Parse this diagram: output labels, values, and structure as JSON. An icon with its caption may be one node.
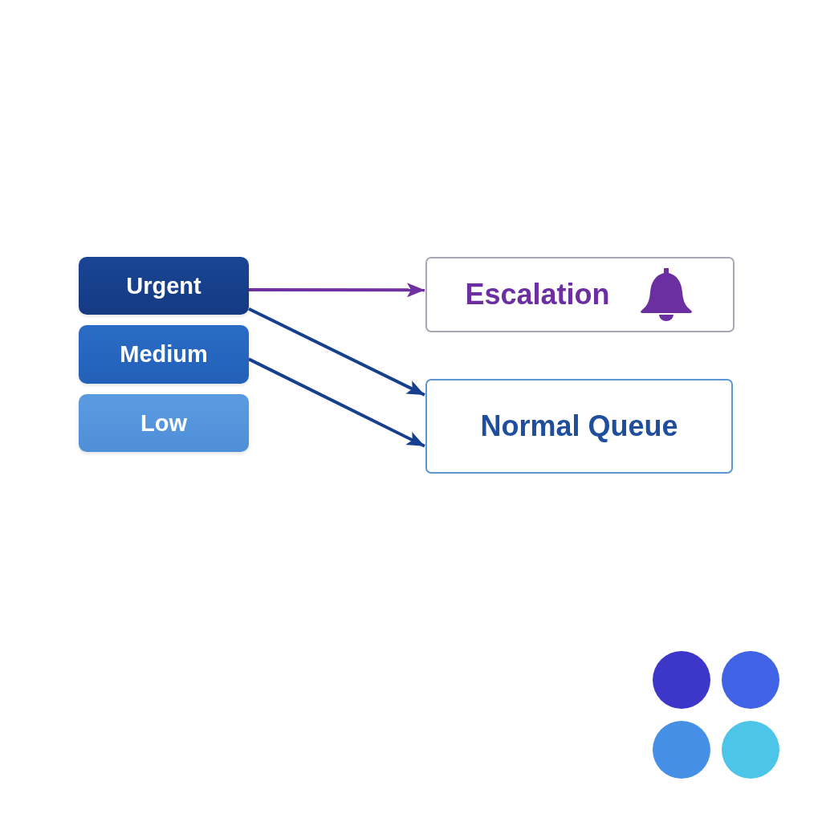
{
  "diagram": {
    "nodes": [
      {
        "text": [
          "Urgent"
        ]
      },
      {
        "text": [
          "Medium"
        ]
      },
      {
        "text": [
          "Low"
        ]
      },
      {
        "text": [
          "Escalation"
        ]
      },
      {
        "text": [
          "Normal Queue"
        ]
      }
    ],
    "edges": [
      {
        "from": 0,
        "to": 3,
        "arrow": "to",
        "color": "#7030a0"
      },
      {
        "from": 0,
        "to": 4,
        "arrow": "to"
      },
      {
        "from": 1,
        "to": 4,
        "arrow": "to"
      }
    ]
  }
}
